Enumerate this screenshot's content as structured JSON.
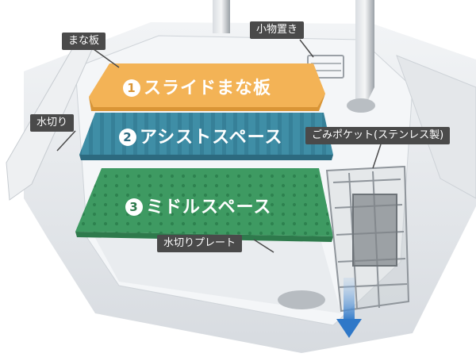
{
  "layers": [
    {
      "number": "1",
      "label": "スライドまな板",
      "color": "#f3b356"
    },
    {
      "number": "2",
      "label": "アシストスペース",
      "color": "#3f8ea6"
    },
    {
      "number": "3",
      "label": "ミドルスペース",
      "color": "#3e9a62"
    }
  ],
  "callouts": {
    "cutting_board": "まな板",
    "small_items": "小物置き",
    "drain_side": "水切り",
    "garbage_pocket": "ごみポケット(ステンレス製)",
    "drain_plate": "水切りプレート"
  },
  "colors": {
    "callout_bg": "#4a4a4a",
    "sink_body": "#e6e9ec",
    "sink_inner": "#f3f5f7",
    "drain_arrow": "#2f78c8"
  }
}
